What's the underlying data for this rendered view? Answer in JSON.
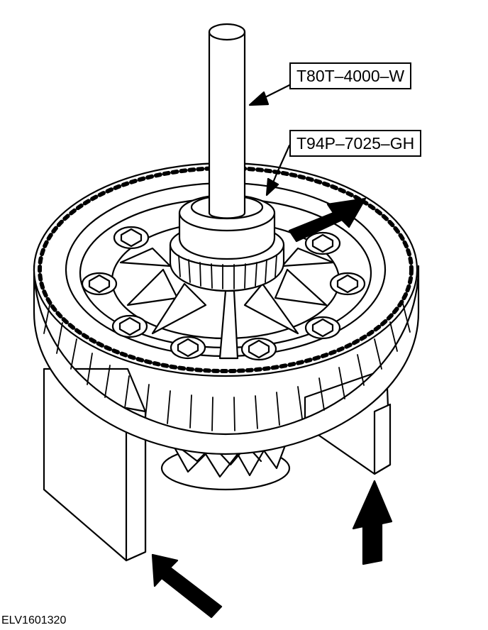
{
  "callouts": {
    "tool_1": "T80T–4000–W",
    "tool_2": "T94P–7025–GH"
  },
  "figure_id": "ELV1601320",
  "colors": {
    "ink": "#000000",
    "paper": "#ffffff"
  }
}
